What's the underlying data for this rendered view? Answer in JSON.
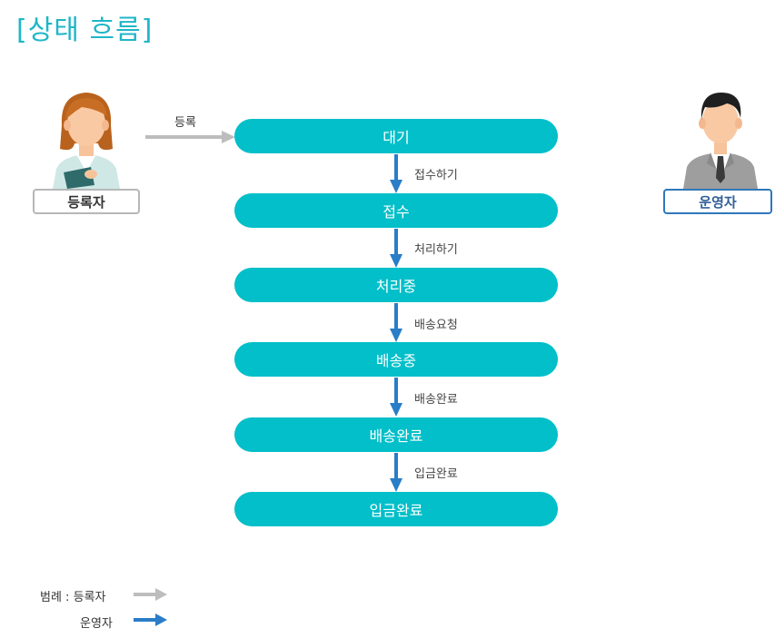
{
  "title": "[상태 흐름]",
  "actors": {
    "registrant": {
      "label": "등록자"
    },
    "operator": {
      "label": "운영자"
    }
  },
  "register_label": "등록",
  "states": [
    "대기",
    "접수",
    "처리중",
    "배송중",
    "배송완료",
    "입금완료"
  ],
  "transitions": [
    "접수하기",
    "처리하기",
    "배송요청",
    "배송완료",
    "입금완료"
  ],
  "legend": {
    "prefix": "범례 : 등록자",
    "operator": "운영자"
  },
  "colors": {
    "pill": "#02bfc9",
    "title": "#1fb6c8",
    "registrant_arrow": "#bdbdbd",
    "operator_arrow": "#2a7dc7"
  }
}
